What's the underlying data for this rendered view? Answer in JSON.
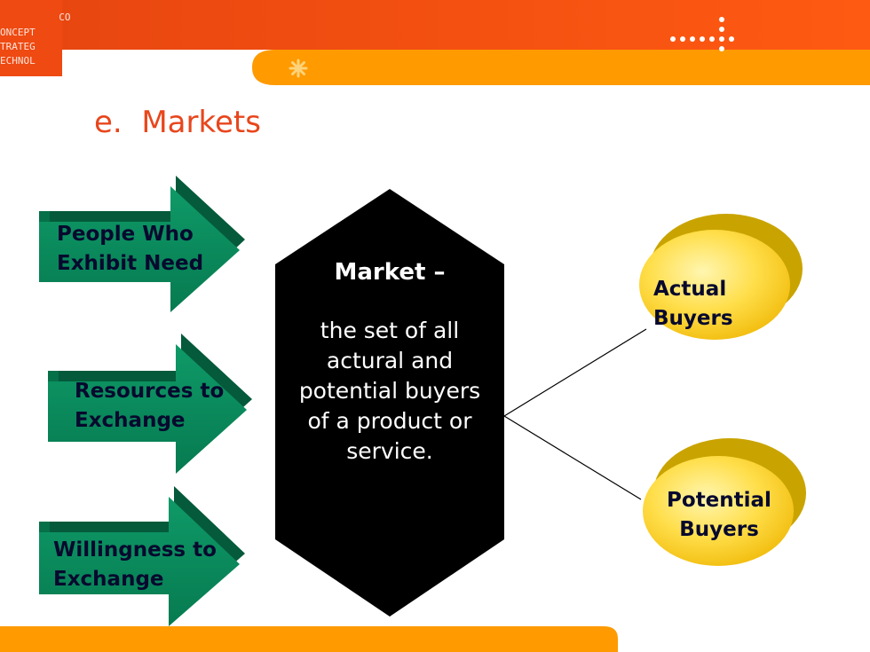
{
  "header": {
    "logo_lines": [
      "          CO",
      "ONCEPT",
      "TRATEG",
      "ECHNOL"
    ],
    "bar_color": "#ff5410",
    "accent_color": "#ff9a00",
    "ornament_icon": "sparkle-icon",
    "dots_icon": "dots-arrow-icon"
  },
  "slide": {
    "title": "e.  Markets"
  },
  "inputs": [
    {
      "label_lines": [
        "People Who",
        "Exhibit Need"
      ]
    },
    {
      "label_lines": [
        "Resources to",
        "Exchange"
      ]
    },
    {
      "label_lines": [
        "Willingness to",
        "Exchange"
      ]
    }
  ],
  "market": {
    "heading": "Market –",
    "definition_lines": [
      "the set of all",
      "actural and",
      "potential buyers",
      "of a product or",
      "service."
    ]
  },
  "buyers": [
    {
      "label_lines": [
        "Actual",
        "Buyers"
      ]
    },
    {
      "label_lines": [
        "Potential",
        "Buyers"
      ]
    }
  ],
  "colors": {
    "arrow_face": "#0a8a5e",
    "arrow_side": "#045a3a",
    "hexagon": "#000000",
    "ellipse_face": "#ffd633",
    "ellipse_shadow": "#c9a400"
  }
}
